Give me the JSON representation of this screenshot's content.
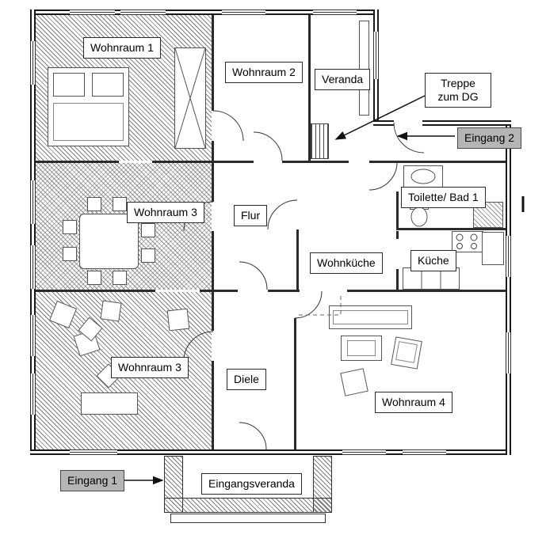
{
  "floorplan": {
    "rooms": {
      "wohnraum1": "Wohnraum 1",
      "wohnraum2": "Wohnraum 2",
      "veranda": "Veranda",
      "flur": "Flur",
      "wohnraum3_upper": "Wohnraum 3",
      "wohnraum3_lower": "Wohnraum 3",
      "wohnkueche": "Wohnküche",
      "kueche": "Küche",
      "toilette_bad": "Toilette/ Bad 1",
      "diele": "Diele",
      "wohnraum4": "Wohnraum 4",
      "eingangsveranda": "Eingangsveranda"
    },
    "annotations": {
      "treppe": "Treppe zum DG",
      "eingang1": "Eingang 1",
      "eingang2": "Eingang 2"
    },
    "colors": {
      "wall": "#1a1a1a",
      "hatch": "#8c8c8c",
      "annotation_bg": "#b5b5b5",
      "label_bg": "#ffffff"
    }
  }
}
